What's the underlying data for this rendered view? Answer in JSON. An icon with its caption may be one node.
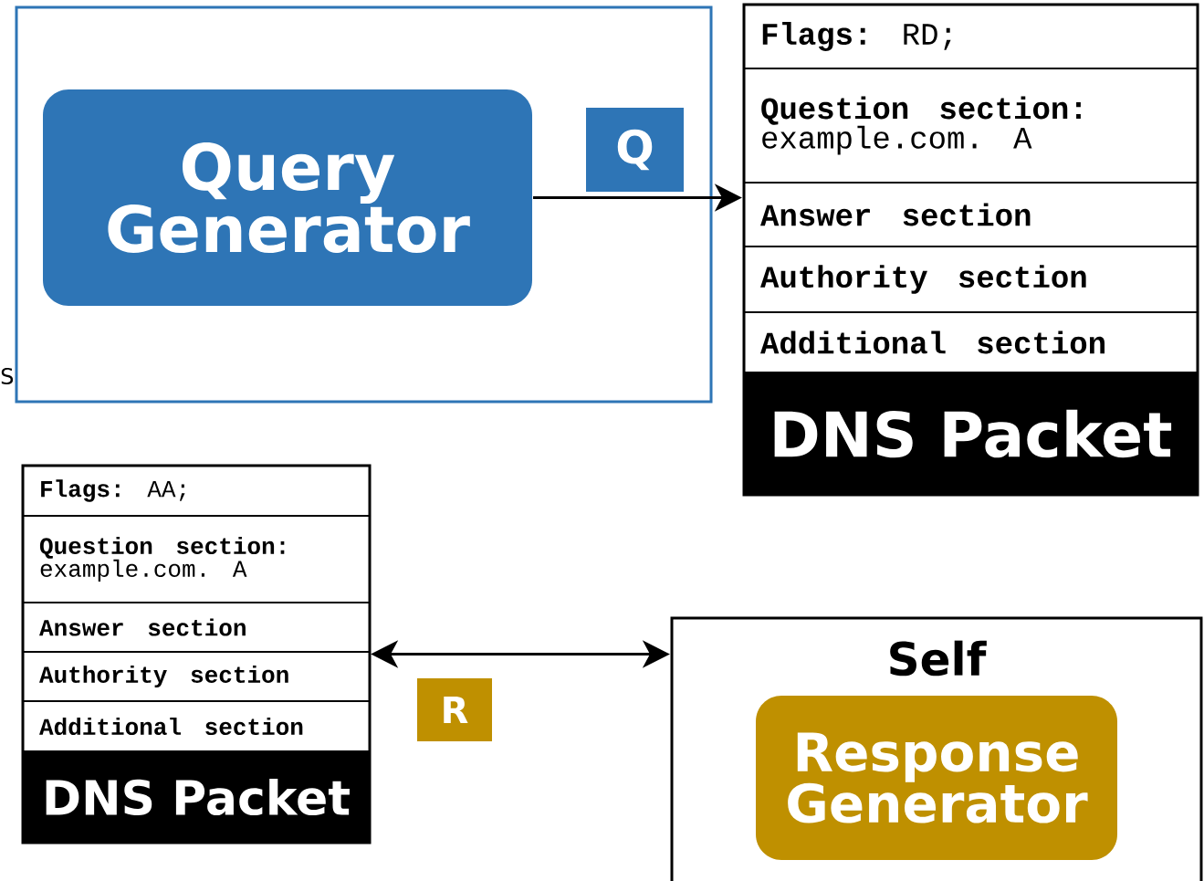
{
  "diagram": {
    "nodes": [
      {
        "text": [],
        "shape": "box"
      },
      {
        "text": [
          "Query Generator"
        ],
        "in": 0
      },
      {
        "text": [
          "DNS Packet"
        ]
      },
      {
        "text": [
          "**Flags:** RD;"
        ],
        "in": 2
      },
      {
        "text": [
          "Question section:",
          "example.com. A"
        ],
        "in": 2
      },
      {
        "text": [
          "Answer section"
        ],
        "in": 2
      },
      {
        "text": [
          "Authority section"
        ],
        "in": 2
      },
      {
        "text": [
          "Additional section"
        ],
        "in": 2
      },
      {
        "text": [
          "DNS Packet"
        ]
      },
      {
        "text": [
          "**Flags:** AA;"
        ],
        "in": 8
      },
      {
        "text": [
          "Question section:",
          "example.com. A"
        ],
        "in": 8
      },
      {
        "text": [
          "Answer section"
        ],
        "in": 8
      },
      {
        "text": [
          "Authority section"
        ],
        "in": 8
      },
      {
        "text": [
          "Additional section"
        ],
        "in": 8
      },
      {
        "text": [
          "Self"
        ]
      },
      {
        "text": [
          "Response Generator"
        ],
        "in": 14
      }
    ],
    "edges": [
      {
        "from": 1,
        "to": 2,
        "arrow": "to",
        "label": "Q"
      },
      {
        "from": 8,
        "to": 14,
        "arrow": "both",
        "label": "R"
      }
    ],
    "labels": [
      "S"
    ]
  }
}
